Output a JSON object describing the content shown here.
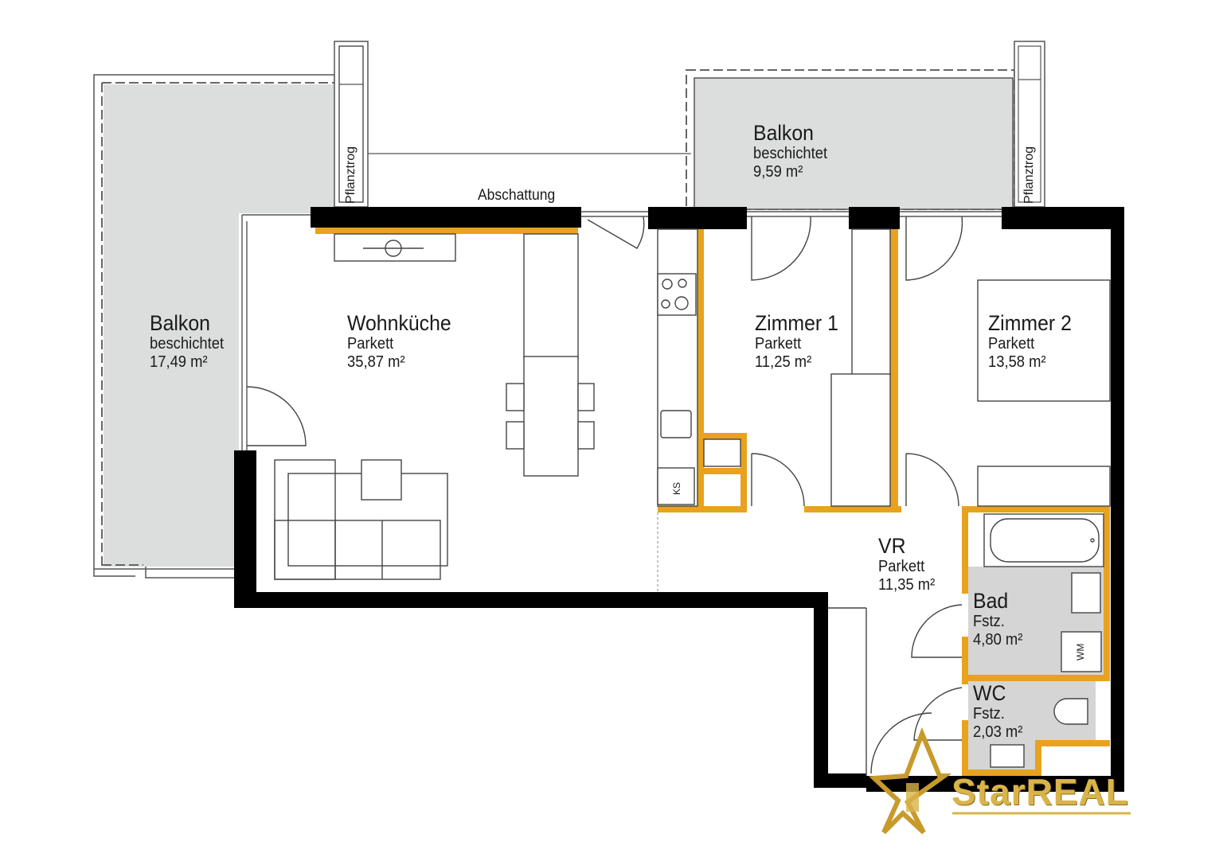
{
  "plan": {
    "rooms": [
      {
        "id": "balkon-west",
        "name": "Balkon",
        "floor": "beschichtet",
        "area": "17,49 m²"
      },
      {
        "id": "wohnkueche",
        "name": "Wohnküche",
        "floor": "Parkett",
        "area": "35,87 m²"
      },
      {
        "id": "balkon-nord",
        "name": "Balkon",
        "floor": "beschichtet",
        "area": "9,59 m²"
      },
      {
        "id": "zimmer1",
        "name": "Zimmer 1",
        "floor": "Parkett",
        "area": "11,25 m²"
      },
      {
        "id": "zimmer2",
        "name": "Zimmer 2",
        "floor": "Parkett",
        "area": "13,58 m²"
      },
      {
        "id": "vr",
        "name": "VR",
        "floor": "Parkett",
        "area": "11,35 m²"
      },
      {
        "id": "bad",
        "name": "Bad",
        "floor": "Fstz.",
        "area": "4,80 m²"
      },
      {
        "id": "wc",
        "name": "WC",
        "floor": "Fstz.",
        "area": "2,03 m²"
      }
    ],
    "annotations": {
      "shading": "Abschattung",
      "planter_left": "Pflanztrog",
      "planter_right": "Pflanztrog",
      "fridge": "KS",
      "washer": "WM"
    },
    "colors": {
      "wall": "#000000",
      "insulation": "#e8a21e",
      "balcony_fill": "#dcdedd",
      "wet_room_fill": "#d5d5d5",
      "line": "#444444"
    }
  },
  "branding": {
    "logo_text": "StarREAL"
  }
}
